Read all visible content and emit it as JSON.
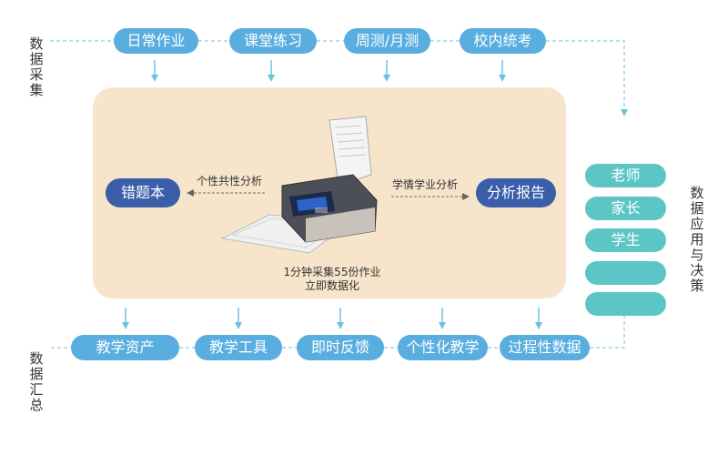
{
  "side_labels": {
    "collect": "数据采集",
    "summary": "数据汇总",
    "decision": "数据应用与决策"
  },
  "top_row": [
    "日常作业",
    "课堂练习",
    "周测/月测",
    "校内统考"
  ],
  "bottom_row": [
    "教学资产",
    "教学工具",
    "即时反馈",
    "个性化教学",
    "过程性数据"
  ],
  "right_column": [
    "老师",
    "家长",
    "学生",
    "",
    ""
  ],
  "center": {
    "left_node": "错题本",
    "right_node": "分析报告",
    "left_edge_label": "个性共性分析",
    "right_edge_label": "学情学业分析",
    "caption_line1": "1分钟采集55份作业",
    "caption_line2": "立即数据化"
  },
  "colors": {
    "pill_blue": "#5aaedf",
    "node_dark_blue": "#3a5ea8",
    "teal": "#5cc6c6",
    "center_bg": "#f7e5cb",
    "dash_line": "#6cc0e0"
  }
}
